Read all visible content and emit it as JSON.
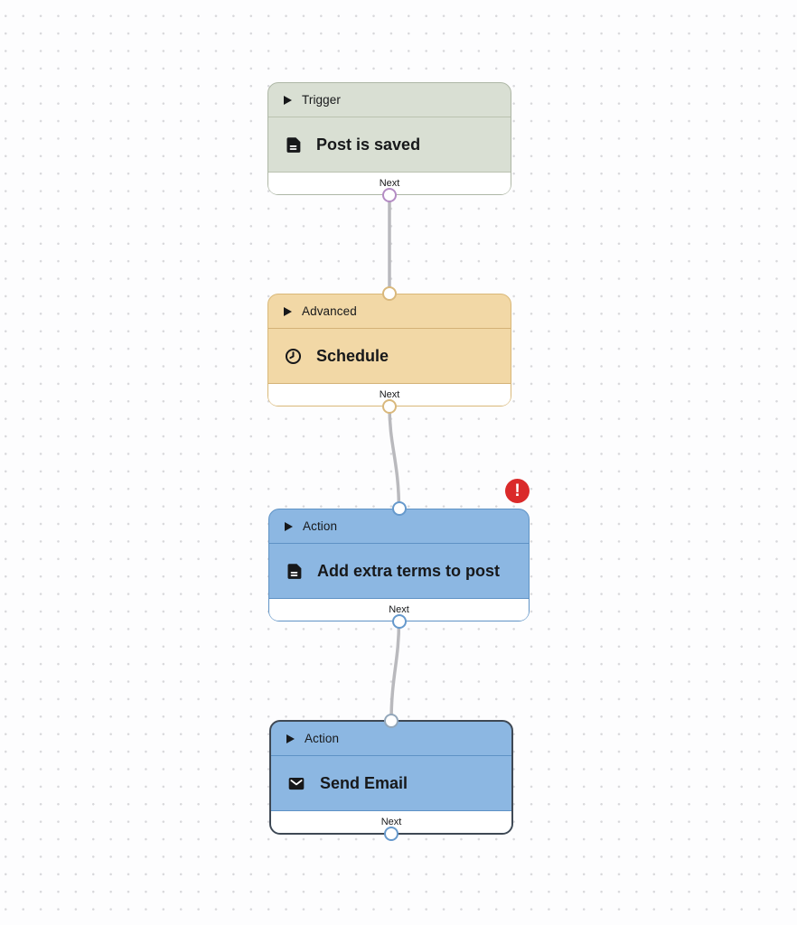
{
  "canvas": {
    "background": "#fdfdfe",
    "dot_color": "#d8d8db"
  },
  "connectors": {
    "color": "#b9b9bd"
  },
  "error_badge": {
    "glyph": "!",
    "color": "#da2a2a"
  },
  "nodes": [
    {
      "category": "Trigger",
      "title": "Post is saved",
      "icon": "document-icon",
      "port_label": "Next",
      "colors": {
        "background": "#d9dfd3",
        "border": "#aeb7a6",
        "port": "#b48cc4"
      }
    },
    {
      "category": "Advanced",
      "title": "Schedule",
      "icon": "clock-icon",
      "port_label": "Next",
      "colors": {
        "background": "#f2d8a6",
        "border": "#d9b878",
        "port": "#d9b87c"
      }
    },
    {
      "category": "Action",
      "title": "Add extra terms to post",
      "icon": "document-icon",
      "port_label": "Next",
      "has_error": true,
      "colors": {
        "background": "#8cb7e2",
        "border": "#5e92c5",
        "port": "#6699cc"
      }
    },
    {
      "category": "Action",
      "title": "Send Email",
      "icon": "mail-icon",
      "port_label": "Next",
      "selected": true,
      "colors": {
        "background": "#8cb7e2",
        "border": "#3e4854",
        "port": "#6699cc"
      }
    }
  ]
}
